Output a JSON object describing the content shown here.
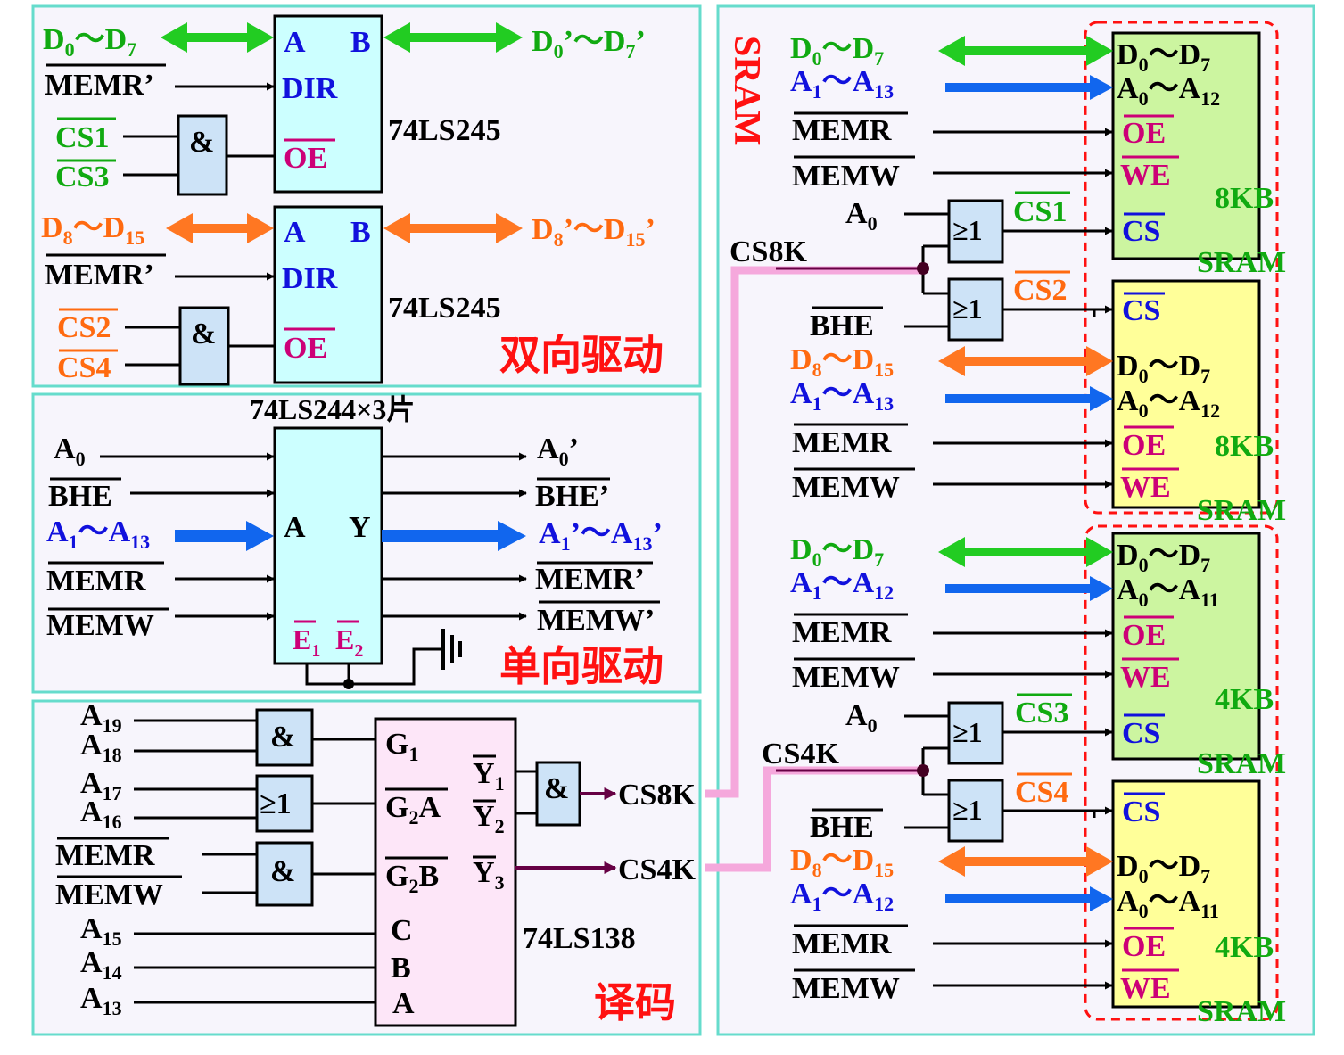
{
  "colors": {
    "green": "#11aa11",
    "blue": "#1111dd",
    "orange": "#ff6a10",
    "magenta": "#cc0077",
    "red": "#ff1111",
    "black": "#000000",
    "panel_border": "#66dccc",
    "panel_bg": "#f7f5fc",
    "chip_cyan": "#ccffff",
    "chip_gate": "#cde3f7",
    "chip_pink": "#fde6f8",
    "sram_green": "#ccf5a0",
    "sram_yellow": "#ffff99",
    "bus_green": "#22cc22",
    "bus_blue": "#1166ee",
    "bus_orange": "#ff7722",
    "cs_line": "#f5a8dc",
    "cs_wire": "#660044"
  },
  "panels": {
    "bidir": {
      "title": "双向驱动",
      "chip_upper": "74LS245",
      "chip_lower": "74LS245",
      "pin_a": "A",
      "pin_b": "B",
      "pin_dir": "DIR",
      "pin_oe": "OE",
      "gate_and": "&",
      "upper": {
        "in_bus": "D",
        "in_from": "0",
        "in_to": "7",
        "out_from": "0",
        "out_to": "7",
        "memr": "MEMR",
        "memr_prime": "’",
        "cs_a": "CS1",
        "cs_b": "CS3"
      },
      "lower": {
        "in_bus": "D",
        "in_from": "8",
        "in_to": "15",
        "out_from": "8",
        "out_to": "15",
        "memr": "MEMR",
        "memr_prime": "’",
        "cs_a": "CS2",
        "cs_b": "CS4"
      }
    },
    "unidir": {
      "title": "单向驱动",
      "chip": "74LS244×3片",
      "pin_a": "A",
      "pin_y": "Y",
      "pin_e": "E",
      "sub_1": "1",
      "sub_2": "2",
      "in_a0": "A",
      "sub_0": "0",
      "bhe": "BHE",
      "bus": "A",
      "sub_13": "13",
      "memr": "MEMR",
      "memw": "MEMW",
      "prime": "’",
      "tilde": "～"
    },
    "decode": {
      "title": "译码",
      "chip": "74LS138",
      "gate_and": "&",
      "gate_or": "≥1",
      "pin_g1": "G",
      "pin_g2a": "G",
      "pin_g2b": "G",
      "suffix_a": "A",
      "suffix_b": "B",
      "pin_c": "C",
      "pin_b": "B",
      "pin_a": "A",
      "pin_y": "Y",
      "sub_1": "1",
      "sub_2": "2",
      "sub_3": "3",
      "addr": "A",
      "subs": [
        "19",
        "18",
        "17",
        "16",
        "15",
        "14",
        "13"
      ],
      "memr": "MEMR",
      "memw": "MEMW",
      "cs8k": "CS8K",
      "cs4k": "CS4K"
    },
    "sram": {
      "title": "SRAM",
      "cs8k": "CS8K",
      "cs4k": "CS4K",
      "gate_or": "≥1",
      "a0": "A",
      "sub_0": "0",
      "bhe": "BHE",
      "memr": "MEMR",
      "memw": "MEMW",
      "pin_oe": "OE",
      "pin_we": "WE",
      "pin_cs": "CS",
      "tilde": "～",
      "cs_labels": [
        "CS1",
        "CS2",
        "CS3",
        "CS4"
      ],
      "chips": [
        {
          "size": "8KB",
          "type": "SRAM",
          "bus_lo": "0",
          "bus_hi": "7",
          "addr_hi": "13",
          "chip_addr_hi": "12"
        },
        {
          "size": "8KB",
          "type": "SRAM",
          "bus_lo": "8",
          "bus_hi": "15",
          "addr_hi": "13",
          "chip_addr_hi": "12"
        },
        {
          "size": "4KB",
          "type": "SRAM",
          "bus_lo": "0",
          "bus_hi": "7",
          "addr_hi": "12",
          "chip_addr_hi": "11"
        },
        {
          "size": "4KB",
          "type": "SRAM",
          "bus_lo": "8",
          "bus_hi": "15",
          "addr_hi": "12",
          "chip_addr_hi": "11"
        }
      ]
    }
  }
}
